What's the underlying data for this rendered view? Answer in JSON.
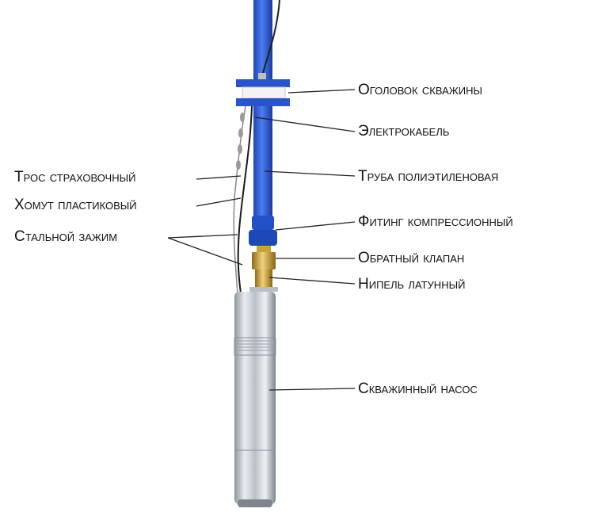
{
  "labels": {
    "wellhead": "Оголовок скважины",
    "cable": "Электрокабель",
    "pipe": "Труба полиэтиленовая",
    "fitting": "Фитинг компрессионный",
    "check_valve": "Обратный клапан",
    "nipple": "Нипель латунный",
    "pump": "Скважинный насос",
    "safety_rope": "Трос страховочный",
    "clamp": "Хомут пластиковый",
    "steel_clip": "Стальной зажим"
  },
  "colors": {
    "pipe_blue": "#2f5fd6",
    "brass": "#c9a23a",
    "steel": "#c7ccd3",
    "line": "#222222"
  }
}
